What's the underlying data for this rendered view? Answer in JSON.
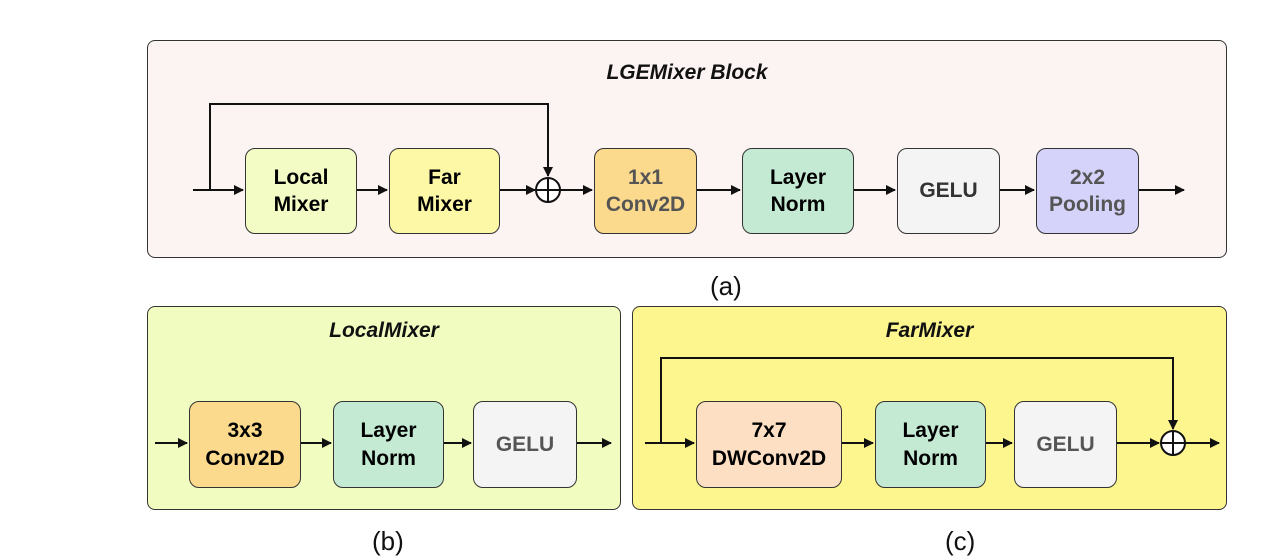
{
  "colors": {
    "block_bg": "#fcf4f3",
    "local_bg": "#f1fcc0",
    "far_bg": "#fdf58e",
    "local_node": "#f4fcc6",
    "far_node": "#fdf8a6",
    "conv_node": "#fbd98d",
    "dwconv_node": "#fde0c4",
    "norm_node": "#c4ead4",
    "gelu_node": "#f4f4f4",
    "pool_node": "#d6d3fb",
    "stroke": "#111111"
  },
  "lge": {
    "title": "LGEMixer Block",
    "caption": "(a)",
    "nodes": [
      {
        "line1": "Local",
        "line2": "Mixer"
      },
      {
        "line1": "Far",
        "line2": "Mixer"
      },
      {
        "line1": "1x1",
        "line2": "Conv2D"
      },
      {
        "line1": "Layer",
        "line2": "Norm"
      },
      {
        "line1": "GELU",
        "line2": ""
      },
      {
        "line1": "2x2",
        "line2": "Pooling"
      }
    ]
  },
  "local": {
    "title": "LocalMixer",
    "caption": "(b)",
    "nodes": [
      {
        "line1": "3x3",
        "line2": "Conv2D"
      },
      {
        "line1": "Layer",
        "line2": "Norm"
      },
      {
        "line1": "GELU",
        "line2": ""
      }
    ]
  },
  "far": {
    "title": "FarMixer",
    "caption": "(c)",
    "nodes": [
      {
        "line1": "7x7",
        "line2": "DWConv2D"
      },
      {
        "line1": "Layer",
        "line2": "Norm"
      },
      {
        "line1": "GELU",
        "line2": ""
      }
    ]
  }
}
